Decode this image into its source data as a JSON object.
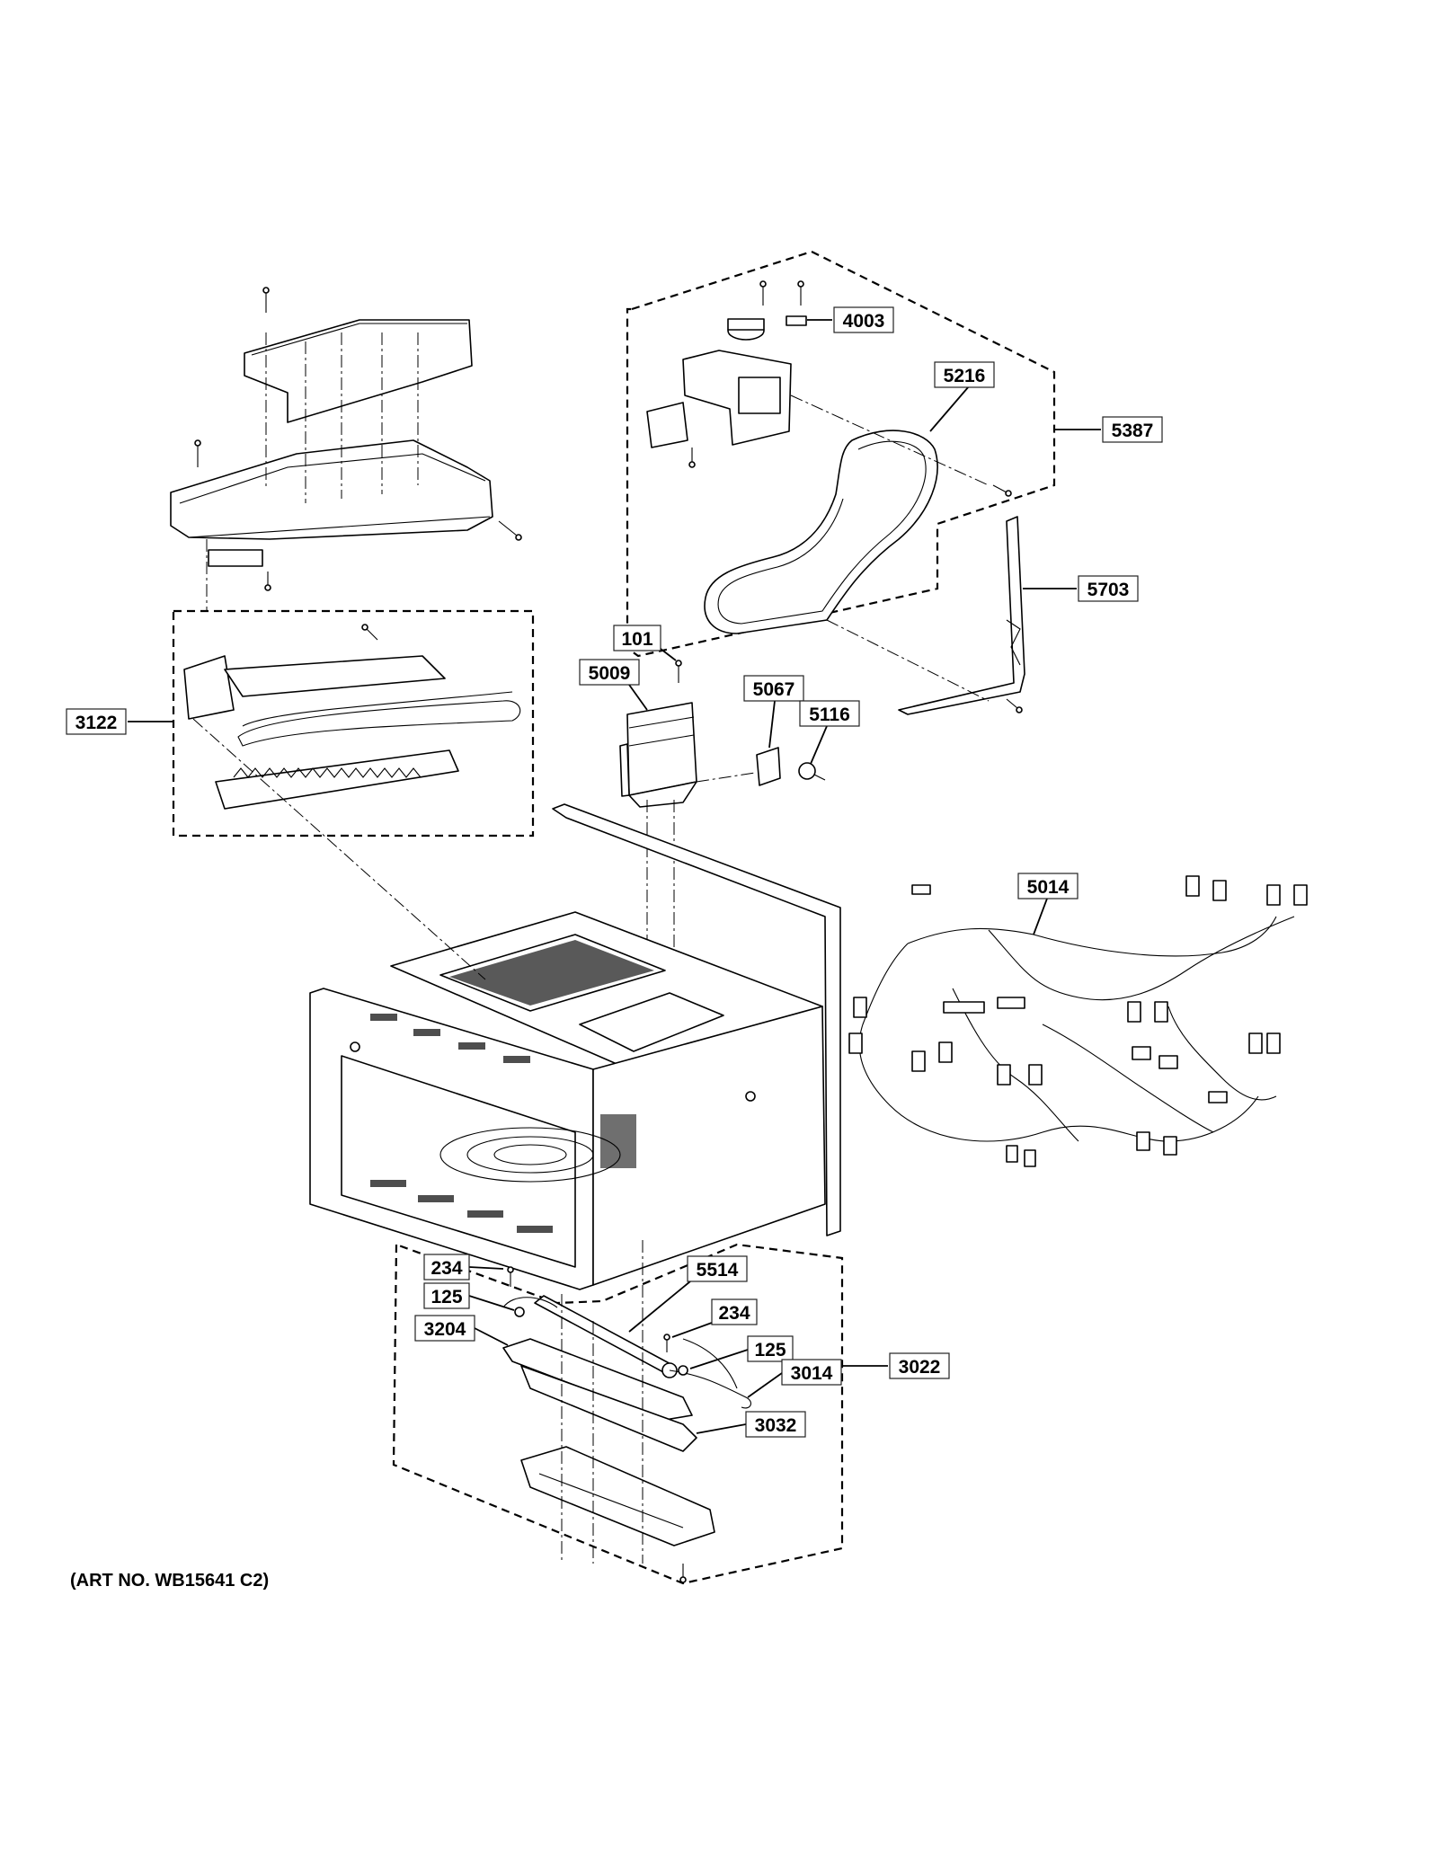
{
  "callouts": {
    "c4003": "4003",
    "c5216": "5216",
    "c5387": "5387",
    "c5703": "5703",
    "c101": "101",
    "c5009": "5009",
    "c5067": "5067",
    "c5116": "5116",
    "c3122": "3122",
    "c5014": "5014",
    "c234a": "234",
    "c125a": "125",
    "c3204": "3204",
    "c5514": "5514",
    "c234b": "234",
    "c125b": "125",
    "c3014": "3014",
    "c3022": "3022",
    "c3032": "3032"
  },
  "art_number": "(ART NO. WB15641 C2)"
}
